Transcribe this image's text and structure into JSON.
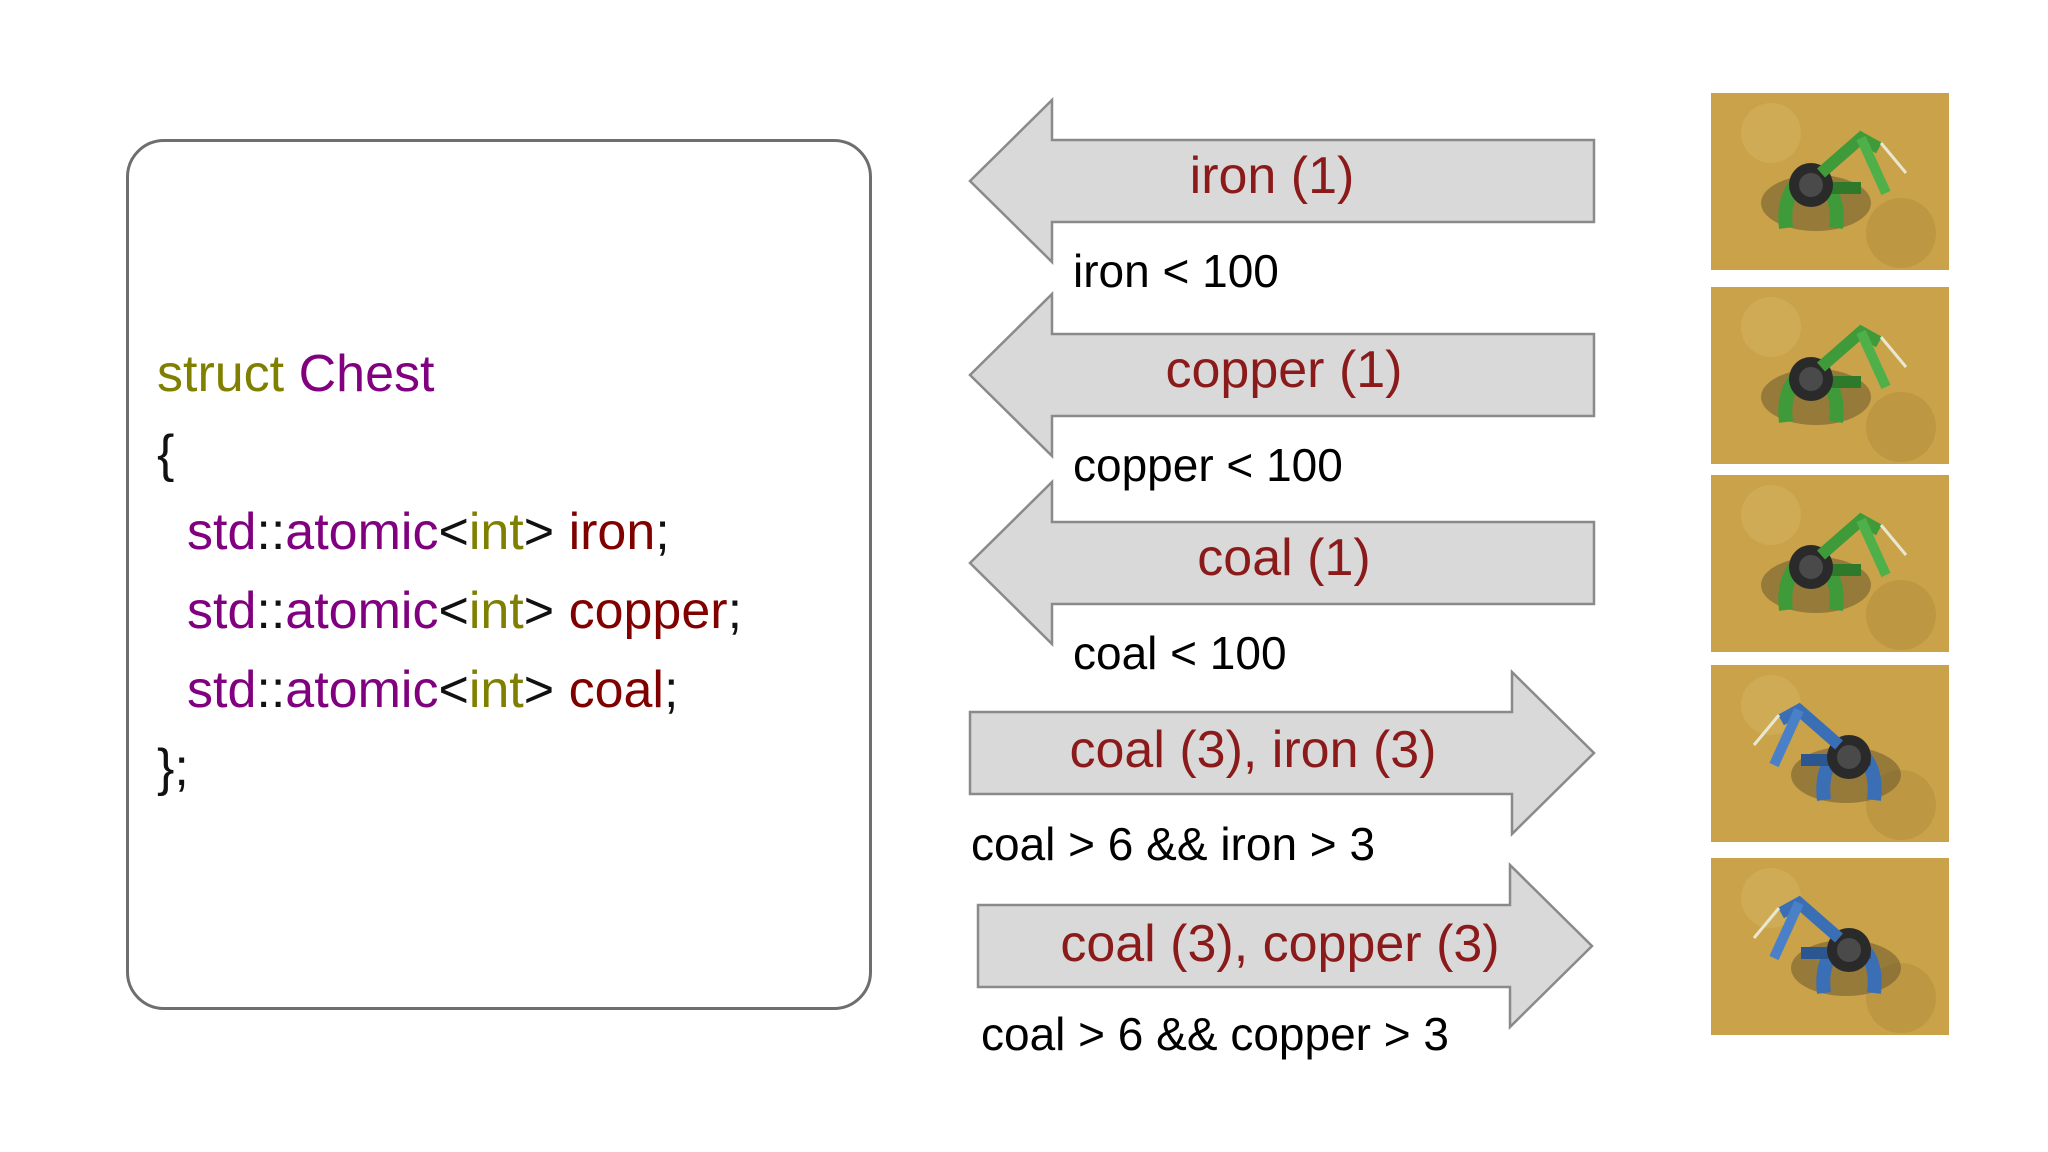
{
  "colors": {
    "keyword": "#808000",
    "type_purple": "#800080",
    "member": "#800000",
    "punct": "#111111",
    "arrow_fill": "#d9d9d9",
    "arrow_stroke": "#8a8a8a",
    "arrow_text": "#8b1a1a",
    "sand": "#c9a24a",
    "inserter_green": "#3f9a3a",
    "inserter_blue": "#3a6fb5"
  },
  "code": {
    "struct_kw": "struct",
    "struct_name": "Chest",
    "open_brace": "{",
    "members": [
      {
        "ns": "std",
        "sep": "::",
        "tmpl": "atomic",
        "lt": "<",
        "type": "int",
        "gt": ">",
        "name": "iron",
        "semi": ";"
      },
      {
        "ns": "std",
        "sep": "::",
        "tmpl": "atomic",
        "lt": "<",
        "type": "int",
        "gt": ">",
        "name": "copper",
        "semi": ";"
      },
      {
        "ns": "std",
        "sep": "::",
        "tmpl": "atomic",
        "lt": "<",
        "type": "int",
        "gt": ">",
        "name": "coal",
        "semi": ";"
      }
    ],
    "close_brace": "};"
  },
  "arrows": [
    {
      "direction": "left",
      "label": "iron (1)",
      "condition": "iron < 100"
    },
    {
      "direction": "left",
      "label": "copper (1)",
      "condition": "copper < 100"
    },
    {
      "direction": "left",
      "label": "coal (1)",
      "condition": "coal < 100"
    },
    {
      "direction": "right",
      "label": "coal (3), iron (3)",
      "condition": "coal > 6 && iron > 3"
    },
    {
      "direction": "right",
      "label": "coal (3), copper (3)",
      "condition": "coal > 6 && copper > 3"
    }
  ],
  "inserters": [
    {
      "icon": "inserter-icon",
      "variant": "green"
    },
    {
      "icon": "inserter-icon",
      "variant": "green"
    },
    {
      "icon": "inserter-icon",
      "variant": "green"
    },
    {
      "icon": "inserter-icon",
      "variant": "blue"
    },
    {
      "icon": "inserter-icon",
      "variant": "blue"
    }
  ]
}
